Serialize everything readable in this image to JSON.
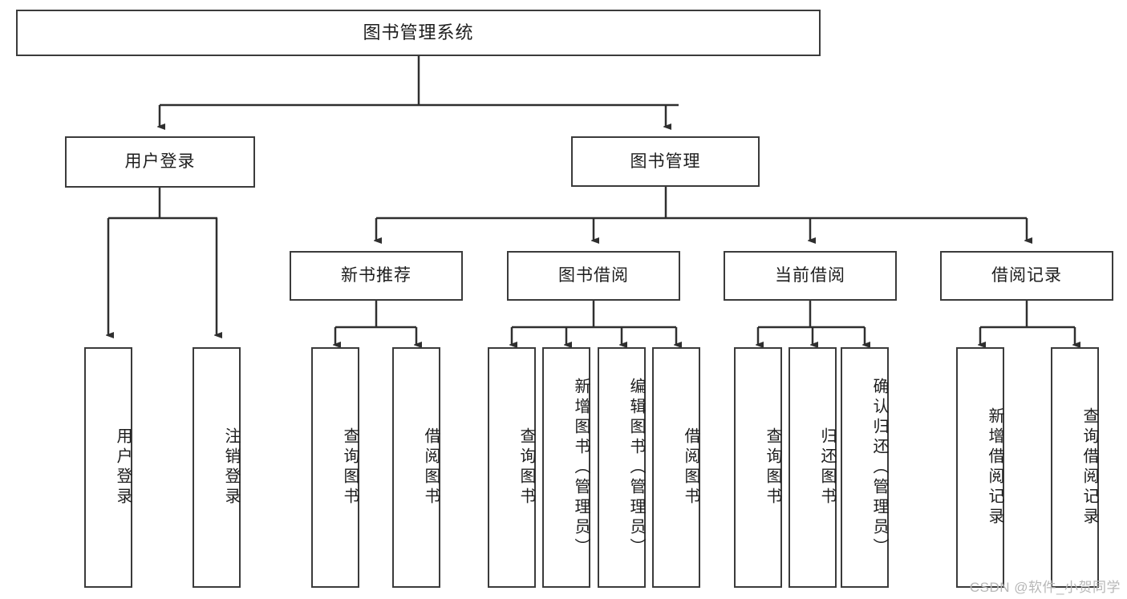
{
  "diagram": {
    "type": "tree",
    "title": "图书管理系统",
    "colors": {
      "box_border": "#3b3b3b",
      "box_fill": "#ffffff",
      "connector": "#2f2f2f",
      "text": "#1d1d1d",
      "watermark": "#b7b7b7"
    },
    "root": {
      "label": "图书管理系统"
    },
    "level1": [
      {
        "label": "用户登录"
      },
      {
        "label": "图书管理"
      }
    ],
    "level2": [
      {
        "label": "新书推荐"
      },
      {
        "label": "图书借阅"
      },
      {
        "label": "当前借阅"
      },
      {
        "label": "借阅记录"
      }
    ],
    "leaves": {
      "user_login": [
        {
          "label": "用户登录"
        },
        {
          "label": "注销登录"
        }
      ],
      "new_book_recommend": [
        {
          "label": "查询图书"
        },
        {
          "label": "借阅图书"
        }
      ],
      "book_borrow": [
        {
          "label": "查询图书"
        },
        {
          "label": "新增图书（管理员）"
        },
        {
          "label": "编辑图书（管理员）"
        },
        {
          "label": "借阅图书"
        }
      ],
      "current_borrow": [
        {
          "label": "查询图书"
        },
        {
          "label": "归还图书"
        },
        {
          "label": "确认归还（管理员）"
        }
      ],
      "borrow_record": [
        {
          "label": "新增借阅记录"
        },
        {
          "label": "查询借阅记录"
        }
      ]
    }
  },
  "watermark": {
    "text": "CSDN @软件_小贺同学"
  }
}
